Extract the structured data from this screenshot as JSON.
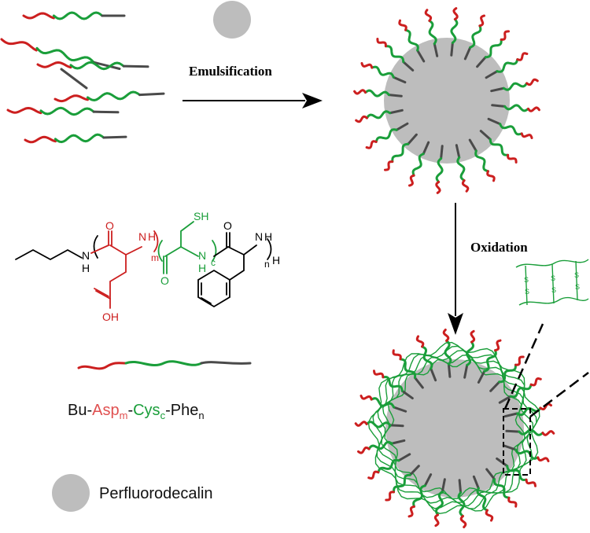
{
  "steps": {
    "emulsification": "Emulsification",
    "oxidation": "Oxidation"
  },
  "legend": {
    "polymer_name": {
      "bu": "Bu-",
      "asp": "Asp",
      "asp_sub": "m",
      "dash1": "-",
      "cys": "Cys",
      "cys_sub": "c",
      "dash2": "-",
      "phe": "Phe",
      "phe_sub": "n"
    },
    "droplet_label": "Perfluorodecalin"
  },
  "structure": {
    "nh_1": "N",
    "nh_1h": "H",
    "o_1": "O",
    "nh_2": "N",
    "nh_2h": "H",
    "m": "m",
    "o_2": "O",
    "sh": "SH",
    "nh_3": "N",
    "nh_3h": "H",
    "c": "c",
    "o_3": "O",
    "nh_4": "N",
    "nh_4h": "H",
    "n": "n",
    "h_end": "H",
    "oh": "OH"
  },
  "inset": {
    "s_labels": [
      "S",
      "S",
      "S",
      "S",
      "S",
      "S"
    ]
  },
  "colors": {
    "asp": "#cc1f1f",
    "cys": "#1a9e3a",
    "phe": "#4a4a4a",
    "droplet": "#bdbdbd",
    "text": "#000000"
  }
}
